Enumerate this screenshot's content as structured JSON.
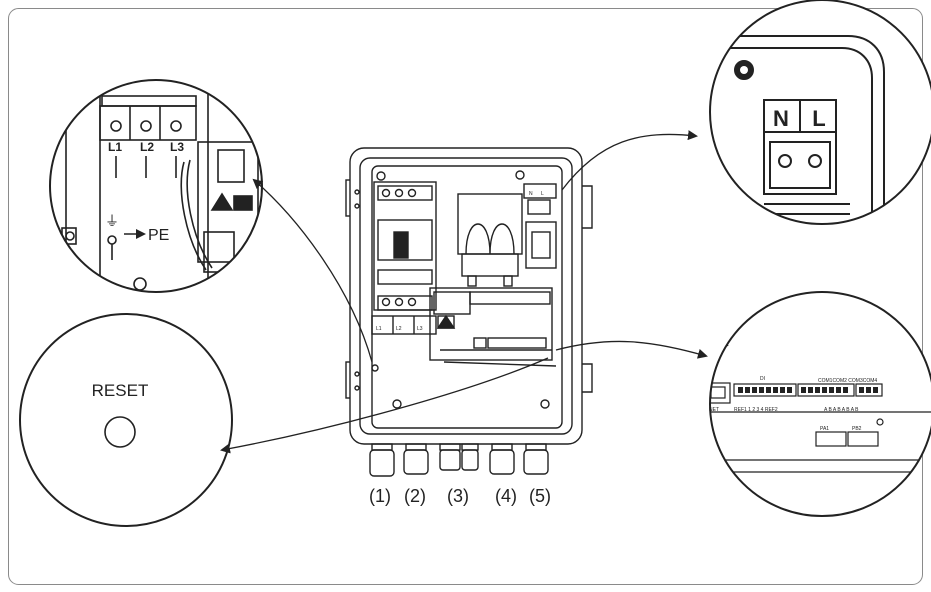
{
  "figure": {
    "reset_label": "RESET",
    "pe_label": "PE",
    "neutral_label": "N",
    "live_label": "L",
    "phase_labels": [
      "L1",
      "L2",
      "L3"
    ],
    "cable_gland_labels": [
      "(1)",
      "(2)",
      "(3)",
      "(4)",
      "(5)"
    ],
    "comm_panel": {
      "net_label": "NET",
      "di_label": "DI",
      "di_pins": "REF1  1  2   3  4 REF2",
      "com_header": "COM1COM2  COM3COM4",
      "com_pins": "A B A B   A B A B",
      "port_labels": [
        "PA1",
        "PB2"
      ]
    }
  }
}
